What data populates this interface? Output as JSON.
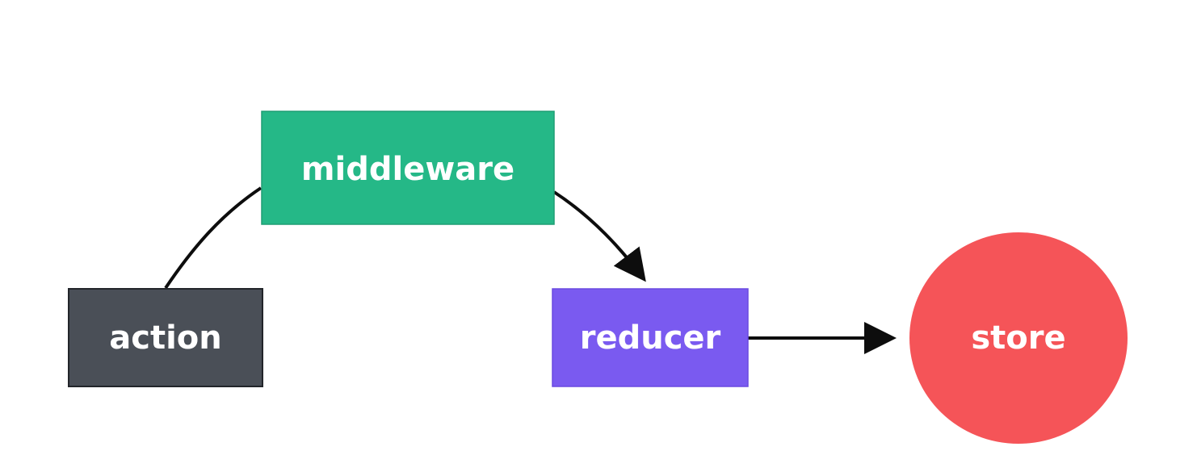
{
  "diagram": {
    "nodes": {
      "action": {
        "label": "action",
        "shape": "rectangle",
        "color": "#4a4f57",
        "border": "#22252a"
      },
      "middleware": {
        "label": "middleware",
        "shape": "rectangle",
        "color": "#25b887",
        "border": "#1f9e74"
      },
      "reducer": {
        "label": "reducer",
        "shape": "rectangle",
        "color": "#7a5af0",
        "border": "#6a4ae0"
      },
      "store": {
        "label": "store",
        "shape": "circle",
        "color": "#f55458",
        "border": "#f55458"
      }
    },
    "edges": [
      {
        "from": "action",
        "to": "middleware",
        "arrow": false
      },
      {
        "from": "middleware",
        "to": "reducer",
        "arrow": true
      },
      {
        "from": "reducer",
        "to": "store",
        "arrow": true
      }
    ],
    "edge_color": "#0d0d0d"
  }
}
